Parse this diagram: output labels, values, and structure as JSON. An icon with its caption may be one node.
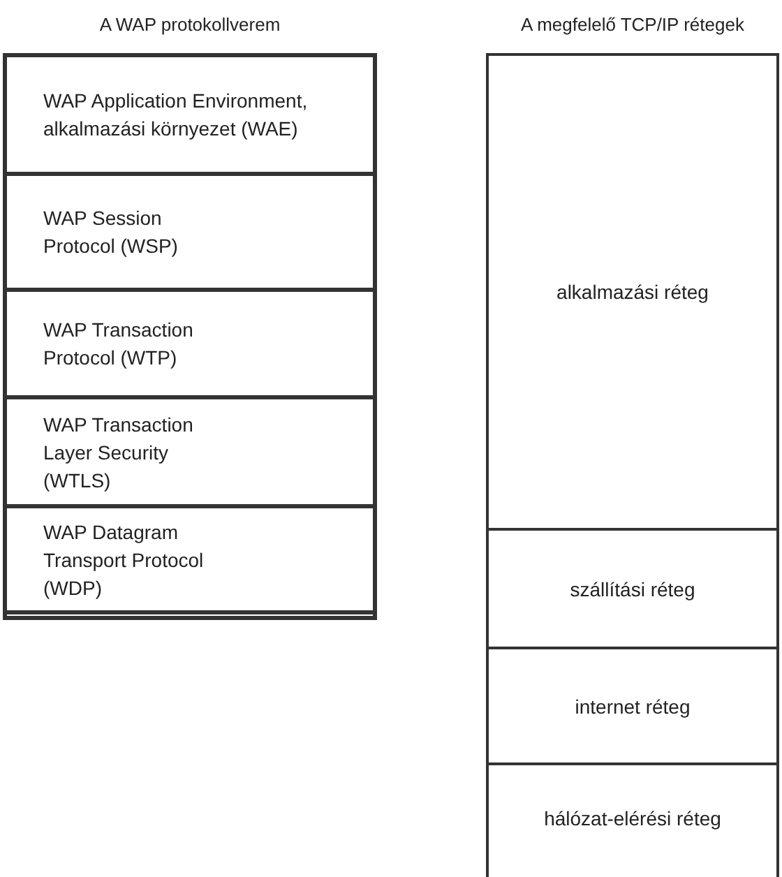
{
  "diagram": {
    "nodes": [
      {
        "text": [
          "A WAP protokollverem"
        ]
      },
      {
        "text": [
          "WAP Application Environment, alkalmazási környezet (WAE)"
        ],
        "in": 0
      },
      {
        "text": [
          "WAP Session Protocol (WSP)"
        ],
        "in": 0
      },
      {
        "text": [
          "WAP Transaction Protocol (WTP)"
        ],
        "in": 0
      },
      {
        "text": [
          "WAP Transaction Layer Security (WTLS)"
        ],
        "in": 0
      },
      {
        "text": [
          "WAP Datagram Transport Protocol (WDP)"
        ],
        "in": 0
      },
      {
        "text": [
          "A megfelelő TCP/IP rétegek"
        ]
      },
      {
        "text": [
          "alkalmazási réteg"
        ],
        "in": 6
      },
      {
        "text": [
          "szállítási réteg"
        ],
        "in": 6
      },
      {
        "text": [
          "internet réteg"
        ],
        "in": 6
      },
      {
        "text": [
          "hálózat-elérési réteg"
        ],
        "in": 6
      }
    ]
  }
}
